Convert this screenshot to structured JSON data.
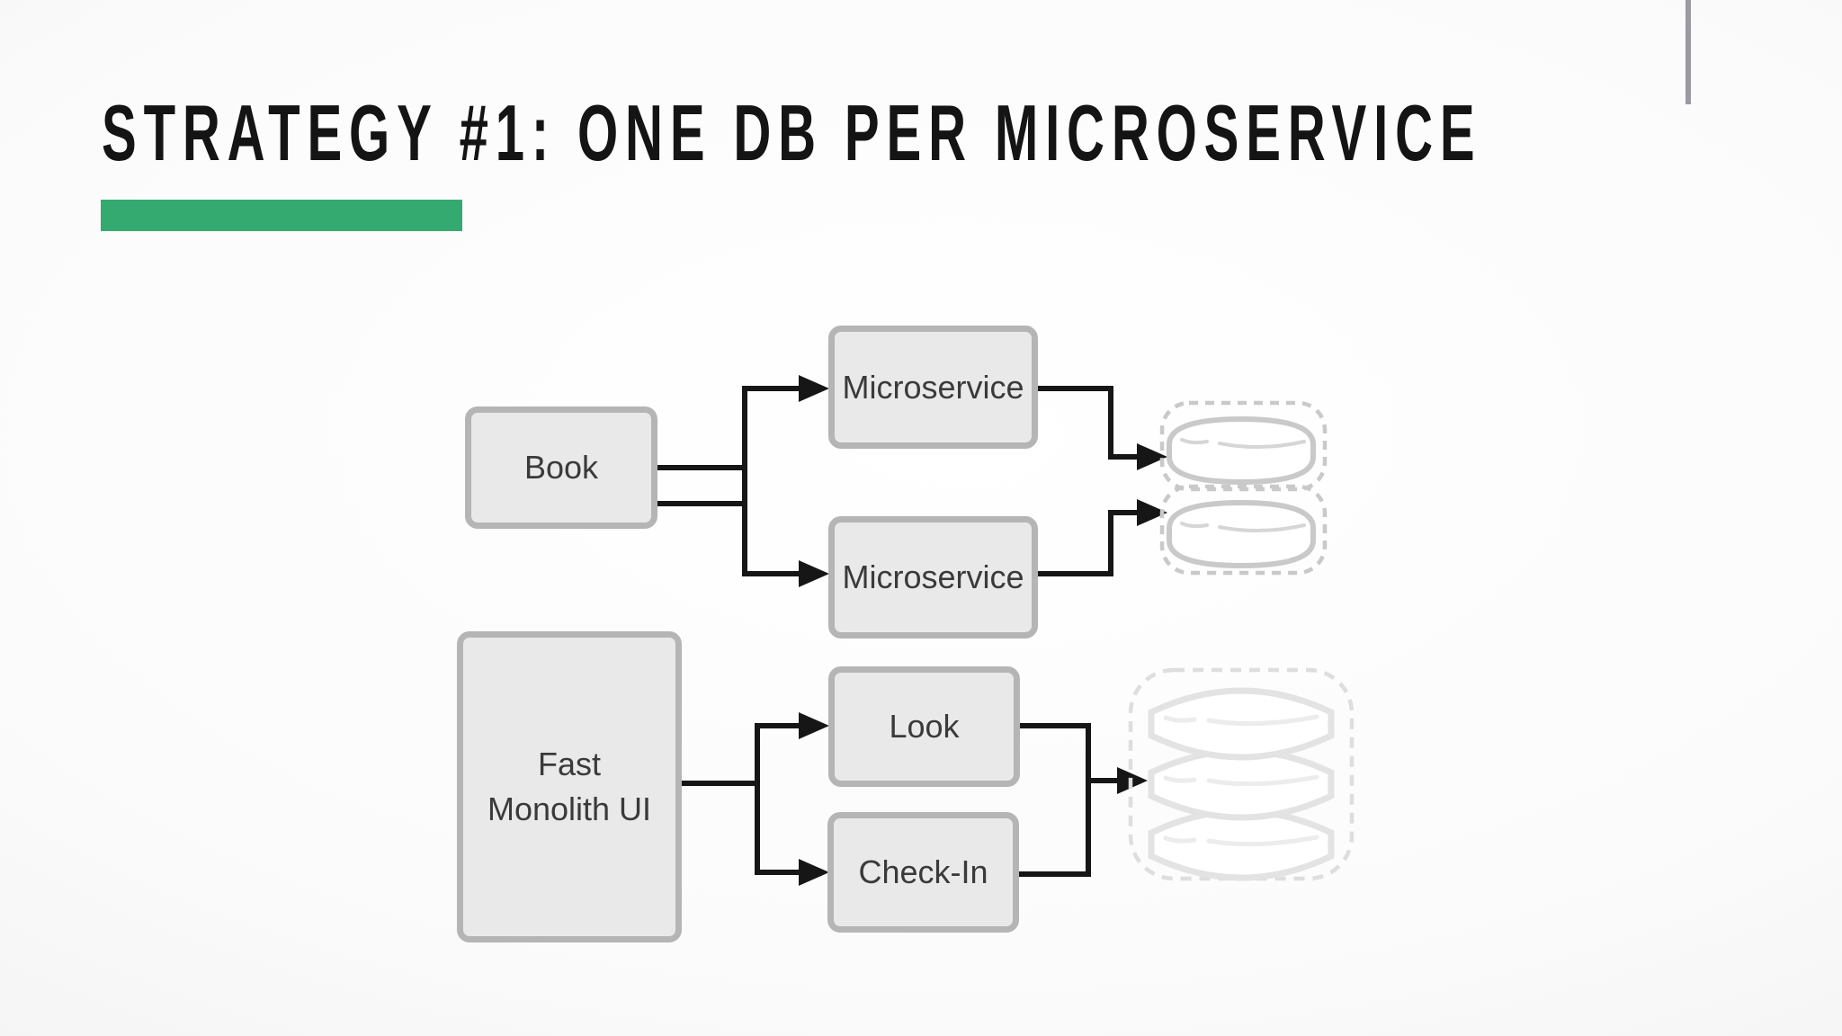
{
  "slide": {
    "title": "STRATEGY #1: ONE DB PER MICROSERVICE",
    "accent_bar_color": "#35aa70",
    "accent_line_color": "#9a9aa2"
  },
  "diagram": {
    "nodes": {
      "book": {
        "label": "Book"
      },
      "microservice_top": {
        "label": "Microservice"
      },
      "microservice_bottom": {
        "label": "Microservice"
      },
      "fast_monolith_ui": {
        "label": "Fast Monolith UI"
      },
      "look": {
        "label": "Look"
      },
      "check_in": {
        "label": "Check-In"
      }
    },
    "databases": {
      "microservice_top_db": {
        "icon": "database-cylinder-icon",
        "style": "dashed-outline"
      },
      "microservice_bottom_db": {
        "icon": "database-cylinder-icon",
        "style": "dashed-outline"
      },
      "shared_monolith_db": {
        "icon": "database-stack-icon",
        "style": "dashed-outline"
      }
    },
    "edges": [
      {
        "from": "Book",
        "to": "Microservice (top)"
      },
      {
        "from": "Book",
        "to": "Microservice (bottom)"
      },
      {
        "from": "Microservice (top)",
        "to": "database (top)"
      },
      {
        "from": "Microservice (bottom)",
        "to": "database (bottom)"
      },
      {
        "from": "Fast Monolith UI",
        "to": "Look"
      },
      {
        "from": "Fast Monolith UI",
        "to": "Check-In"
      },
      {
        "from": "Look",
        "to": "shared database"
      },
      {
        "from": "Check-In",
        "to": "shared database"
      }
    ],
    "connector_color": "#161616",
    "box_fill": "#e9e9e9",
    "box_border": "#b5b5b5"
  }
}
